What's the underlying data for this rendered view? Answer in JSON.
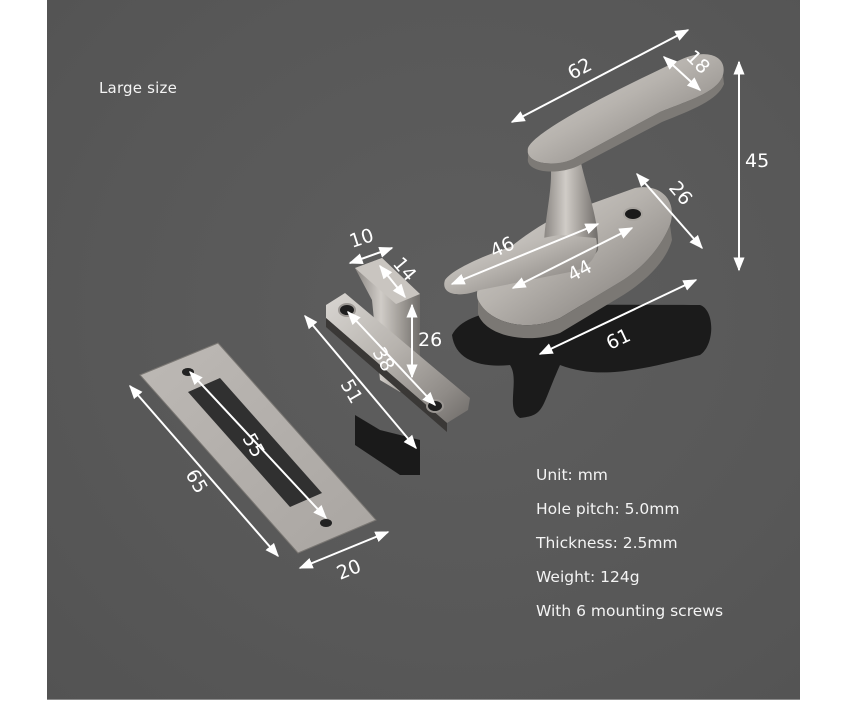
{
  "image": {
    "background_color": "#ffffff",
    "panel_color": "#595959",
    "text_color": "#f4f4f4",
    "title": "Large size",
    "product": "window latch / cabinet lock (handle, keeper, strike plate)",
    "specs": [
      "Unit: mm",
      "Hole pitch: 5.0mm",
      "Thickness: 2.5mm",
      "Weight: 124g",
      "With 6 mounting screws"
    ],
    "dimensions": {
      "handle_length": "62",
      "handle_tip_width": "18",
      "total_height": "45",
      "base_width": "26",
      "lever_length": "46",
      "base_hole_pitch": "44",
      "base_length": "61",
      "keeper_width": "10",
      "keeper_depth": "14",
      "keeper_height": "26",
      "keeper_hole_pitch": "38",
      "keeper_length": "51",
      "plate_hole_pitch": "55",
      "plate_length": "65",
      "plate_width": "20"
    }
  }
}
